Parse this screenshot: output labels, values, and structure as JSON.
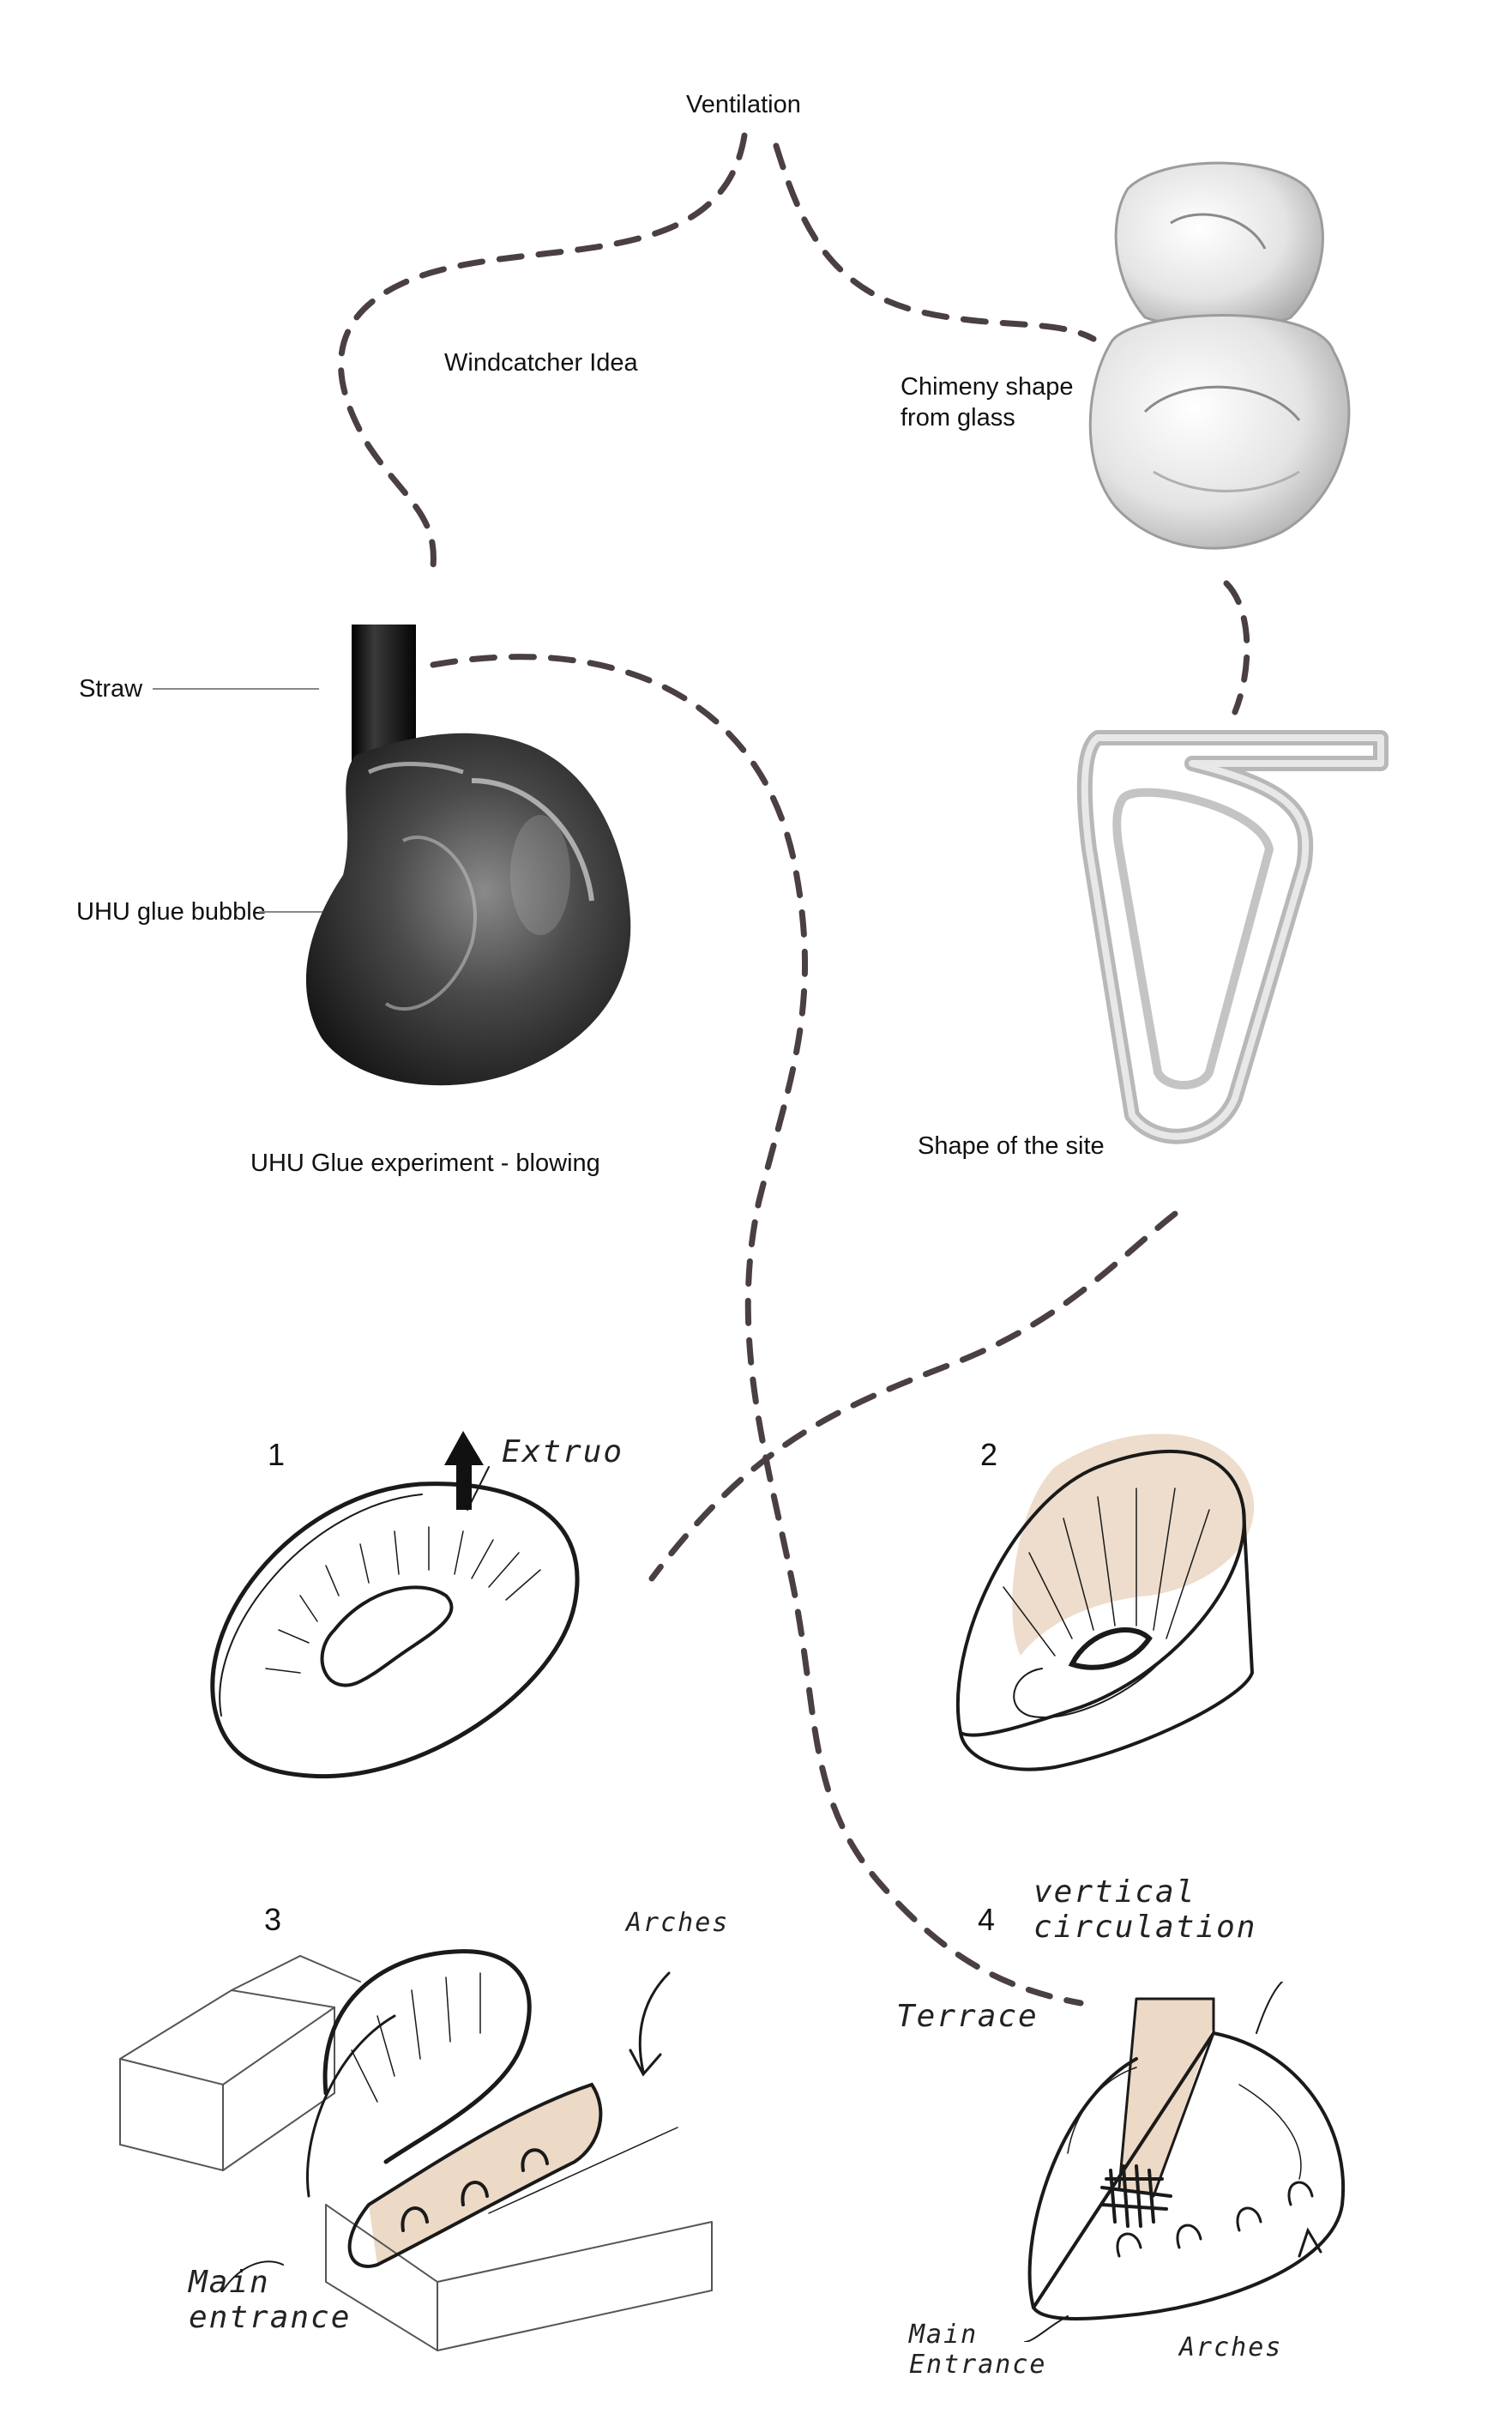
{
  "labels": {
    "ventilation": "Ventilation",
    "windcatcher": "Windcatcher Idea",
    "chimney": "Chimeny shape\nfrom glass",
    "straw": "Straw",
    "glue_bubble": "UHU glue bubble",
    "glue_experiment": "UHU Glue experiment  - blowing",
    "site_shape": "Shape of the site"
  },
  "steps": [
    {
      "number": "1",
      "note": "Extruo"
    },
    {
      "number": "2"
    },
    {
      "number": "3",
      "notes": [
        "Arches",
        "Main\nentrance"
      ]
    },
    {
      "number": "4",
      "notes": [
        "vertical\ncirculation",
        "Terrace",
        "Main\nEntrance",
        "Arches"
      ]
    }
  ],
  "colors": {
    "dashed_path": "#4a3f44",
    "sketch_ink": "#1a1a1a",
    "accent_fill": "#ecd9c6"
  }
}
